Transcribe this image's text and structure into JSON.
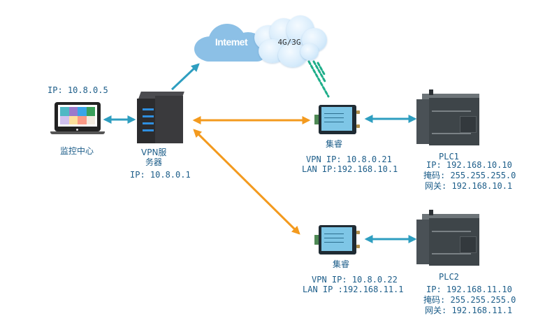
{
  "diagram": {
    "type": "network-topology",
    "colors": {
      "text": "#1c5d89",
      "link_lan": "#2e9ec0",
      "link_vpn": "#f39a1e",
      "link_wireless": "#1fae8a",
      "cloud_internet": "#8cc0e6",
      "cloud_4g": "#d6ebfb"
    }
  },
  "clouds": {
    "internet": {
      "label": "Intemet",
      "icon": "cloud-icon"
    },
    "mobile": {
      "label": "4G/3G",
      "icon": "cloud-icon"
    }
  },
  "monitor_center": {
    "ip_label": "IP: 10.8.0.5",
    "name": "监控中心",
    "icon": "laptop-icon",
    "screen_tiles": [
      "#4fb8c4",
      "#9b7acb",
      "#3aa5e8",
      "#3aa05a",
      "#cfc0ee",
      "#fde09a",
      "#fb9a86",
      "#f3ece0"
    ]
  },
  "vpn_server": {
    "name_line1": "VPN服",
    "name_line2": "务器",
    "ip_label": "IP: 10.8.0.1",
    "icon": "server-icon"
  },
  "gateways": [
    {
      "name": "集睿",
      "vpn_ip": "VPN IP: 10.8.0.21",
      "lan_ip": "LAN IP:192.168.10.1",
      "icon": "gateway-router-icon"
    },
    {
      "name": "集睿",
      "vpn_ip": "VPN IP: 10.8.0.22",
      "lan_ip": "LAN IP :192.168.11.1",
      "icon": "gateway-router-icon"
    }
  ],
  "plcs": [
    {
      "name": "PLC1",
      "ip": "IP: 192.168.10.10",
      "mask": "掩码: 255.255.255.0",
      "gateway": "网关: 192.168.10.1",
      "icon": "plc-icon"
    },
    {
      "name": "PLC2",
      "ip": "IP: 192.168.11.10",
      "mask": "掩码: 255.255.255.0",
      "gateway": "网关: 192.168.11.1",
      "icon": "plc-icon"
    }
  ],
  "links": [
    {
      "from": "monitor_center",
      "to": "vpn_server",
      "style": "lan",
      "bidirectional": true
    },
    {
      "from": "vpn_server",
      "to": "internet",
      "style": "lan",
      "bidirectional": false
    },
    {
      "from": "vpn_server",
      "to": "gateway1",
      "style": "vpn",
      "bidirectional": true
    },
    {
      "from": "vpn_server",
      "to": "gateway2",
      "style": "vpn",
      "bidirectional": true
    },
    {
      "from": "gateway1",
      "to": "plc1",
      "style": "lan",
      "bidirectional": true
    },
    {
      "from": "gateway2",
      "to": "plc2",
      "style": "lan",
      "bidirectional": true
    },
    {
      "from": "mobile",
      "to": "gateway1",
      "style": "wireless",
      "bidirectional": false
    }
  ]
}
